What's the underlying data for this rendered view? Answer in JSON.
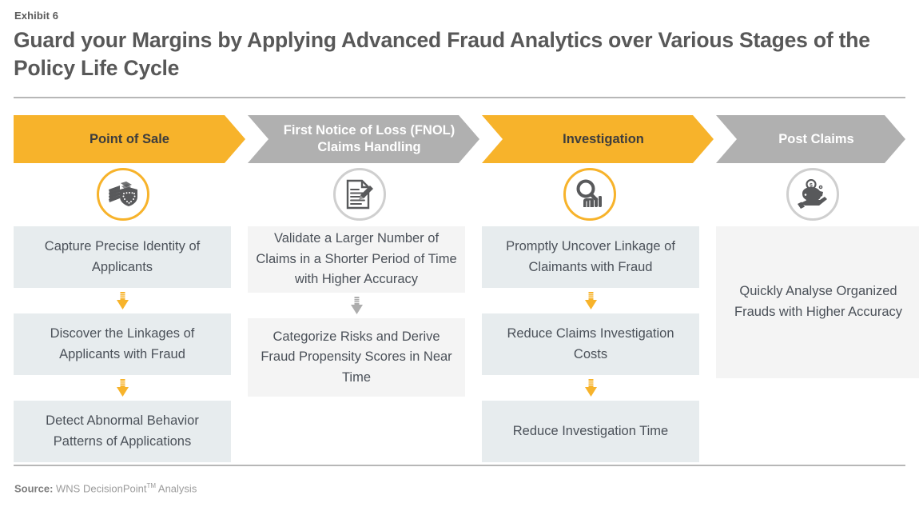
{
  "header": {
    "exhibit": "Exhibit 6",
    "title": "Guard your Margins by Applying Advanced Fraud Analytics over Various Stages of the Policy Life Cycle"
  },
  "footer": {
    "source_label": "Source:",
    "source_text": " WNS DecisionPoint",
    "source_tm": "TM",
    "source_suffix": " Analysis"
  },
  "colors": {
    "gold": "#f7b32b",
    "gray": "#b0b0b0",
    "box_fill": "#e7ecee",
    "box_fill_light": "#f4f4f4",
    "text_dark": "#4b5159",
    "rule": "#b7b7b7"
  },
  "stages": [
    {
      "label": "Point of Sale",
      "banner_style": "gold",
      "icon": "money-shield-icon",
      "icon_ring": "gold",
      "items": [
        "Capture Precise Identity of Applicants",
        "Discover the Linkages of Applicants with Fraud",
        "Detect Abnormal Behavior Patterns of Applications"
      ],
      "arrow_color": "gold"
    },
    {
      "label": "First Notice of Loss (FNOL) Claims Handling",
      "banner_style": "gray",
      "icon": "document-pen-icon",
      "icon_ring": "gray",
      "items": [
        "Validate a Larger Number of Claims in a Shorter Period of Time with Higher Accuracy",
        "Categorize Risks and Derive Fraud Propensity Scores in Near Time"
      ],
      "arrow_color": "gray"
    },
    {
      "label": "Investigation",
      "banner_style": "gold",
      "icon": "magnifier-hand-icon",
      "icon_ring": "gold",
      "items": [
        "Promptly Uncover Linkage of Claimants with Fraud",
        "Reduce Claims Investigation Costs",
        "Reduce Investigation Time"
      ],
      "arrow_color": "gold"
    },
    {
      "label": "Post Claims",
      "banner_style": "gray",
      "icon": "piggybank-hand-icon",
      "icon_ring": "gray",
      "items": [
        "Quickly Analyse Organized Frauds with Higher Accuracy"
      ],
      "arrow_color": "none"
    }
  ]
}
